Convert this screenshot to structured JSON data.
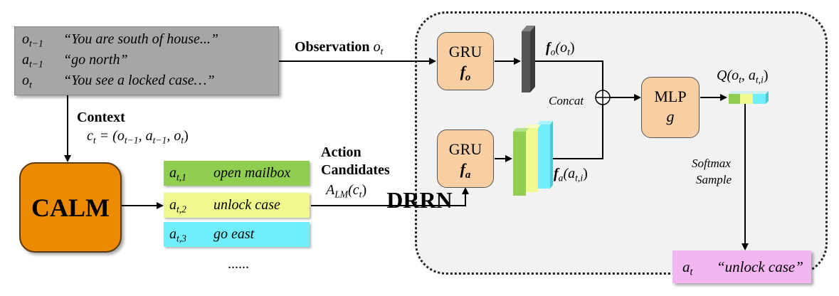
{
  "context_box": {
    "rows": [
      {
        "var": "o",
        "sub": "t−1",
        "text": "“You are south of house...”"
      },
      {
        "var": "a",
        "sub": "t−1",
        "text": "“go north”"
      },
      {
        "var": "o",
        "sub": "t",
        "text": "“You see a locked case…”"
      }
    ]
  },
  "context_label": "Context",
  "context_formula": {
    "lhs": "c",
    "lhs_sub": "t",
    "eq": "= (o",
    "s1": "t−1",
    "m1": ", a",
    "s2": "t−1",
    "m2": ", o",
    "s3": "t",
    "end": ")"
  },
  "calm_label": "CALM",
  "candidates": [
    {
      "var": "a",
      "sub": "t,1",
      "label": "open mailbox",
      "color": "#8fce4f"
    },
    {
      "var": "a",
      "sub": "t,2",
      "label": "unlock case",
      "color": "#f0fa8c"
    },
    {
      "var": "a",
      "sub": "t,3",
      "label": "go east",
      "color": "#70eefc"
    }
  ],
  "ellipsis": "......",
  "action_candidates_label": {
    "line1": "Action",
    "line2": "Candidates",
    "formula_a": "A",
    "formula_sub": "LM",
    "formula_rest": "(c",
    "formula_sub2": "t",
    "formula_end": ")"
  },
  "observation_label": {
    "text": "Observation",
    "var": "o",
    "sub": "t"
  },
  "drrn_label": "DRRN",
  "gru_obs": {
    "title": "GRU",
    "symbol": "f",
    "sub": "o"
  },
  "gru_act": {
    "title": "GRU",
    "symbol": "f",
    "sub": "a"
  },
  "fo_label": {
    "symbol": "f",
    "sub": "o",
    "arg": "(o",
    "arg_sub": "t",
    "end": ")"
  },
  "fa_label": {
    "symbol": "f",
    "sub": "a",
    "arg": "(a",
    "arg_sub": "t,i",
    "end": ")"
  },
  "concat_label": "Concat",
  "mlp": {
    "title": "MLP",
    "symbol": "g"
  },
  "q_label": {
    "text": "Q(o",
    "sub1": "t",
    "mid": ", a",
    "sub2": "t,i",
    "end": ")"
  },
  "softmax_label": {
    "line1": "Softmax",
    "line2": "Sample"
  },
  "output": {
    "var": "a",
    "sub": "t",
    "text": "“unlock case”"
  },
  "colors": {
    "green": "#8fce4f",
    "yellow": "#f0fa8c",
    "cyan": "#70eefc",
    "orange": "#ed8a03",
    "peach": "#f8cfa3",
    "pink": "#f3b6f0",
    "gray": "#a6a6a6"
  }
}
